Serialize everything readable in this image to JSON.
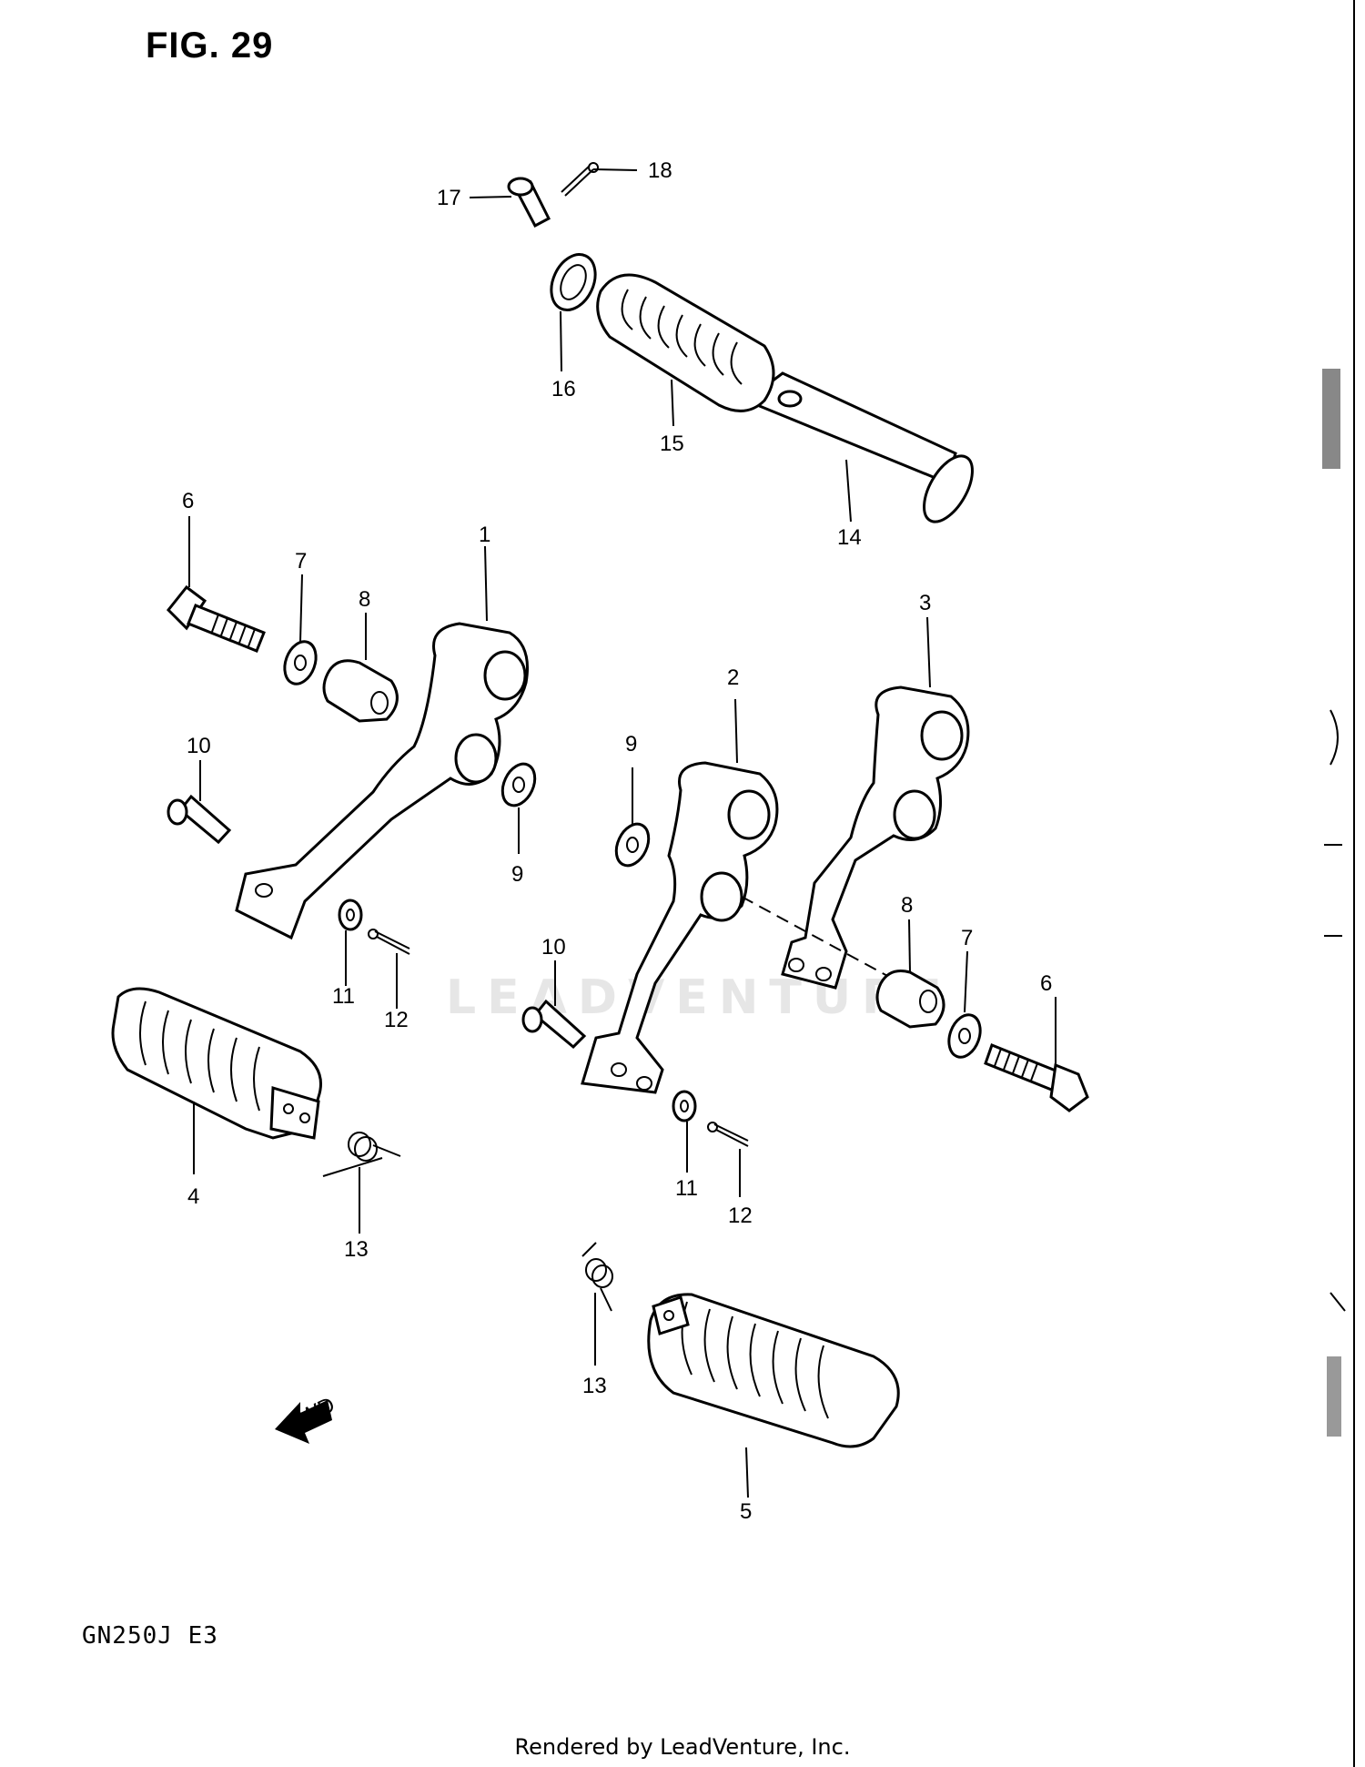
{
  "figure": {
    "title": "FIG. 29",
    "model_code": "GN250J  E3",
    "footer": "Rendered by LeadVenture, Inc.",
    "watermark": "LEADVENTURE"
  },
  "callouts": {
    "c1": "1",
    "c2": "2",
    "c3": "3",
    "c4": "4",
    "c5": "5",
    "c6a": "6",
    "c6b": "6",
    "c7a": "7",
    "c7b": "7",
    "c8a": "8",
    "c8b": "8",
    "c9a": "9",
    "c9b": "9",
    "c10a": "10",
    "c10b": "10",
    "c11a": "11",
    "c11b": "11",
    "c12a": "12",
    "c12b": "12",
    "c13a": "13",
    "c13b": "13",
    "c14": "14",
    "c15": "15",
    "c16": "16",
    "c17": "17",
    "c18": "18"
  },
  "fwd_label": "FWD"
}
